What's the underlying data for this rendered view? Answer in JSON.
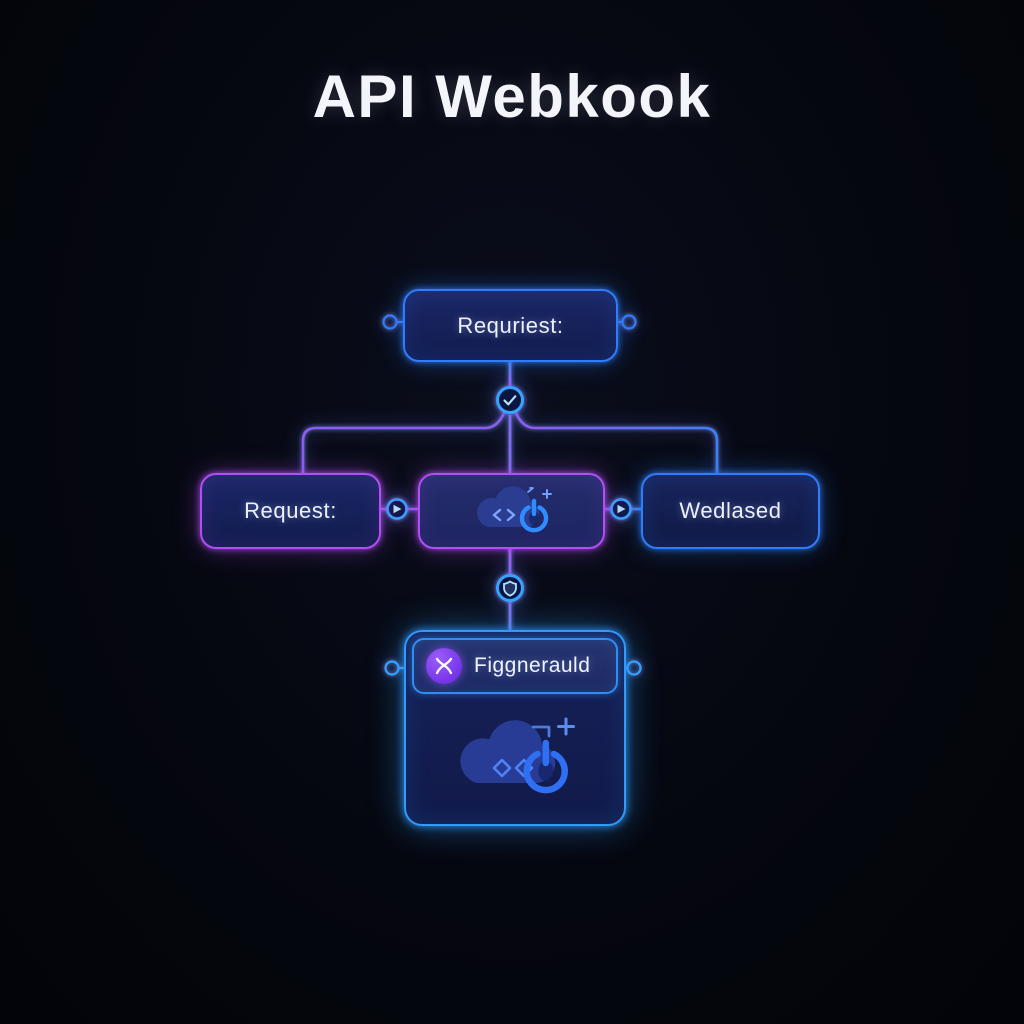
{
  "title": "API Webkook",
  "flowchart": {
    "top_box": {
      "label": "Requriest:"
    },
    "middle_row": {
      "left_box": {
        "label": "Request:"
      },
      "center_box": {
        "icon": "cloud-code-power-icon"
      },
      "right_box": {
        "label": "Wedlased"
      }
    },
    "bottom_card": {
      "header": {
        "icon": "x-badge-icon",
        "label": "Figgnerauld"
      },
      "body": {
        "icon": "cloud-diamonds-power-icon"
      }
    },
    "connector_nodes": {
      "top_node_icon": "check-arrow-node-icon",
      "left_link_icon": "play-arrow-node-icon",
      "right_link_icon": "play-arrow-node-icon",
      "bottom_node_icon": "shield-node-icon"
    }
  },
  "colors": {
    "background": "#05070f",
    "title_text": "#f3f5fa",
    "blue_accent": "#2f7dfb",
    "purple_accent": "#b04ff3",
    "cyan_accent": "#319bfd",
    "line_purple": "#8b5cf6",
    "line_blue": "#3b82f6",
    "box_fill": "#16215a",
    "badge_purple": "#7c3aed",
    "icon_blue": "#2f86ff"
  }
}
